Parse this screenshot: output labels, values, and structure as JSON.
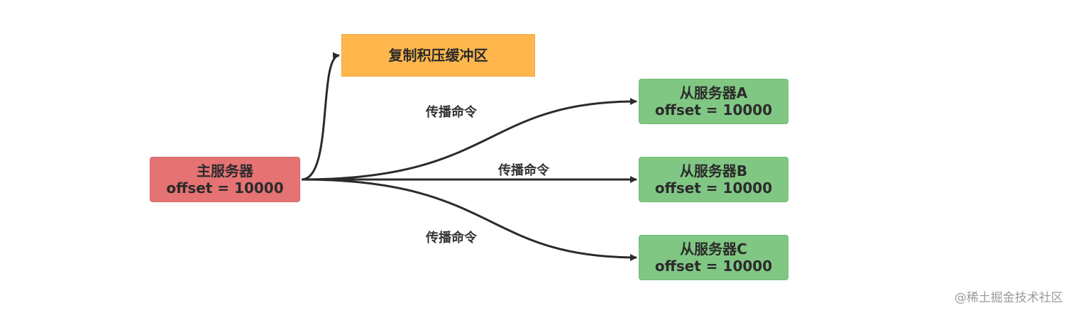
{
  "master": {
    "title": "主服务器",
    "offset": "offset = 10000"
  },
  "buffer": {
    "label": "复制积压缓冲区"
  },
  "slaves": [
    {
      "title": "从服务器A",
      "offset": "offset = 10000"
    },
    {
      "title": "从服务器B",
      "offset": "offset = 10000"
    },
    {
      "title": "从服务器C",
      "offset": "offset = 10000"
    }
  ],
  "edges": {
    "to_a": "传播命令",
    "to_b": "传播命令",
    "to_c": "传播命令"
  },
  "watermark": "@稀土掘金技术社区",
  "colors": {
    "master": "#e57373",
    "buffer": "#ffb74d",
    "slave": "#81c784",
    "edge": "#2b2b2b"
  }
}
